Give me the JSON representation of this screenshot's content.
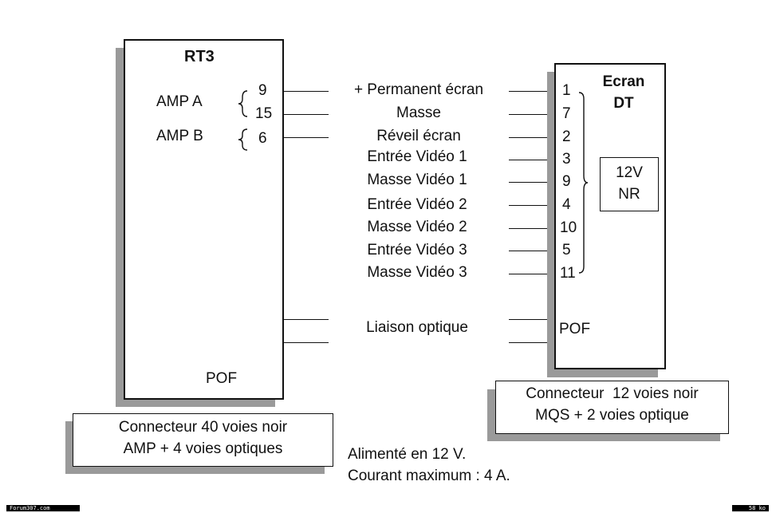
{
  "rt3": {
    "title": "RT3",
    "amp_a": "AMP A",
    "amp_b": "AMP B",
    "pins": [
      "9",
      "15",
      "6"
    ],
    "pof": "POF"
  },
  "ecran": {
    "title_line1": "Ecran",
    "title_line2": "DT",
    "pins": [
      "1",
      "7",
      "2",
      "3",
      "9",
      "4",
      "10",
      "5",
      "11"
    ],
    "inner_box_line1": "12V",
    "inner_box_line2": "NR",
    "pof": "POF"
  },
  "signals": [
    "+ Permanent écran",
    "Masse",
    "Réveil écran",
    "Entrée Vidéo 1",
    "Masse Vidéo 1",
    "Entrée Vidéo 2",
    "Masse Vidéo 2",
    "Entrée Vidéo 3",
    "Masse Vidéo 3"
  ],
  "optical_link": "Liaison optique",
  "connector_left": {
    "line1": "Connecteur 40 voies noir",
    "line2": "AMP + 4 voies optiques"
  },
  "connector_right": {
    "line1": "Connecteur  12 voies noir",
    "line2": "MQS + 2 voies optique"
  },
  "power": {
    "line1": "Alimenté en 12 V.",
    "line2": "Courant maximum : 4 A."
  },
  "footer": {
    "left": "Forum307.com",
    "right": "58 ko"
  }
}
